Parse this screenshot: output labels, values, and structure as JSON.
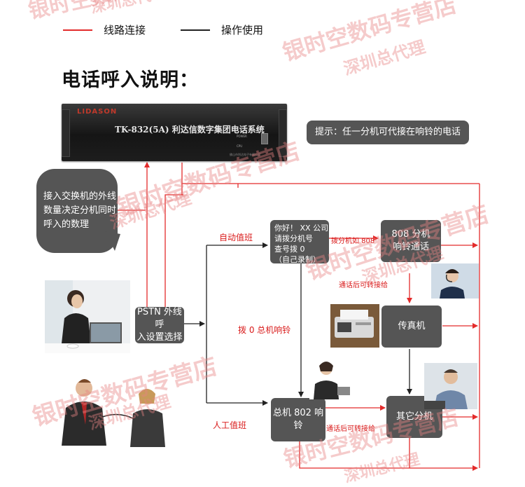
{
  "legend": {
    "line_label": "线路连接",
    "operation_label": "操作使用"
  },
  "title": "电话呼入说明：",
  "device": {
    "brand": "LIDASON",
    "model": "TK-832(5A) 利达信数字集团电话系统",
    "power_label": "POWER",
    "cpu_label": "CPU",
    "maker": "佛山市利达电子有限公司"
  },
  "tip": "提示：任一分机可代接在响铃的电话",
  "bubble": [
    "接入交换机的外线",
    "数量决定分机同时",
    "呼入的数理"
  ],
  "boxes": {
    "pstn": [
      "PSTN 外线呼",
      "入设置选择"
    ],
    "greeting": [
      "你好！ XX 公司",
      "请拨分机号",
      "查号拨 0",
      "（自己录制）"
    ],
    "ext808": [
      "808 分机",
      "响铃通话"
    ],
    "fax": "传真机",
    "main802": "总机 802 响铃",
    "other": "其它分机"
  },
  "labels": {
    "auto_attendant": "自动值班",
    "manual_attendant": "人工值班",
    "dial_808": "拨分机如 808",
    "transfer_after_call": "通话后可转接给",
    "dial_0": "拨 0 总机响铃",
    "transfer_after_call_2": "通话后可转接给"
  },
  "watermark": {
    "line1": "银时空数码专营店",
    "line2": "深圳总代理"
  },
  "colors": {
    "red_line": "#e32b2b",
    "black_line": "#222222",
    "box_gray": "#555555",
    "label_red": "#d91a1a"
  }
}
